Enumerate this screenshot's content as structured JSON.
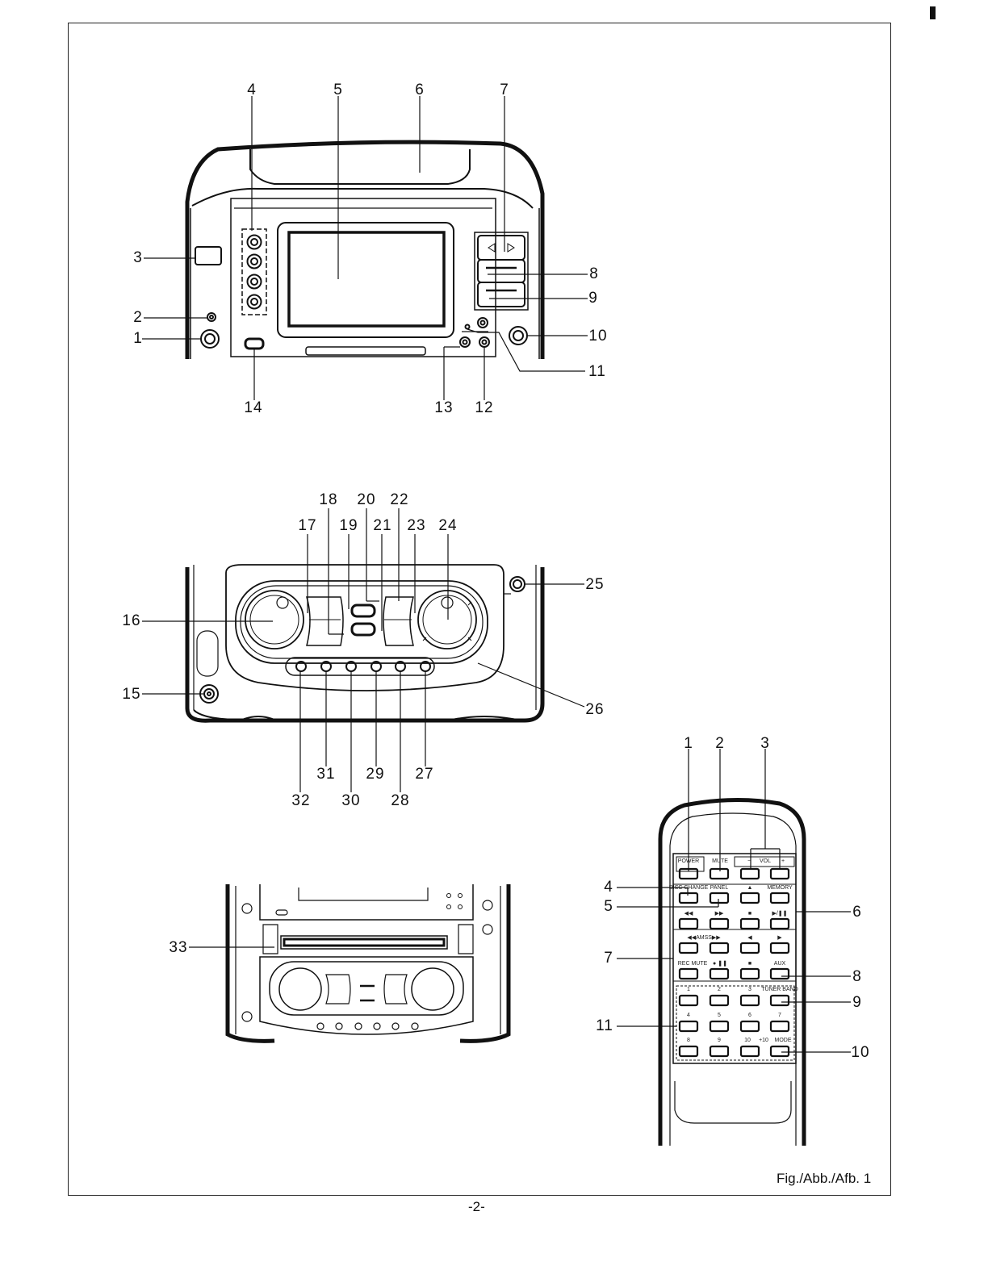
{
  "caption": "Fig./Abb./Afb. 1",
  "page_number": "-2-",
  "main_unit_callouts": [
    "1",
    "2",
    "3",
    "4",
    "5",
    "6",
    "7",
    "8",
    "9",
    "10",
    "11",
    "12",
    "13",
    "14"
  ],
  "cassette_callouts": [
    "15",
    "16",
    "17",
    "18",
    "19",
    "20",
    "21",
    "22",
    "23",
    "24",
    "25",
    "26",
    "27",
    "28",
    "29",
    "30",
    "31",
    "32"
  ],
  "cd_callouts": [
    "33"
  ],
  "remote_callouts": [
    "1",
    "2",
    "3",
    "4",
    "5",
    "6",
    "7",
    "8",
    "9",
    "10",
    "11"
  ],
  "remote_button_labels": {
    "power": "POWER",
    "mute": "MUTE",
    "vol": "VOL",
    "vol_minus": "−",
    "vol_plus": "+",
    "disc_change": "DISC CHANGE",
    "panel": "PANEL",
    "eject": "▲",
    "memory": "MEMORY",
    "prev": "◀◀",
    "next": "▶▶",
    "stop_cd": "■",
    "play_pause": "▶/❚❚",
    "amss": "◀◀AMSS▶▶",
    "rev": "◀",
    "fwd": "▶",
    "rec_mute": "REC MUTE",
    "rec": "● ❚❚",
    "stop_tape": "■",
    "aux": "AUX",
    "tuner_band": "TUNER BAND",
    "mode": "MODE",
    "digits": [
      "1",
      "2",
      "3",
      "4",
      "5",
      "6",
      "7",
      "8",
      "9",
      "10",
      "+10"
    ]
  }
}
